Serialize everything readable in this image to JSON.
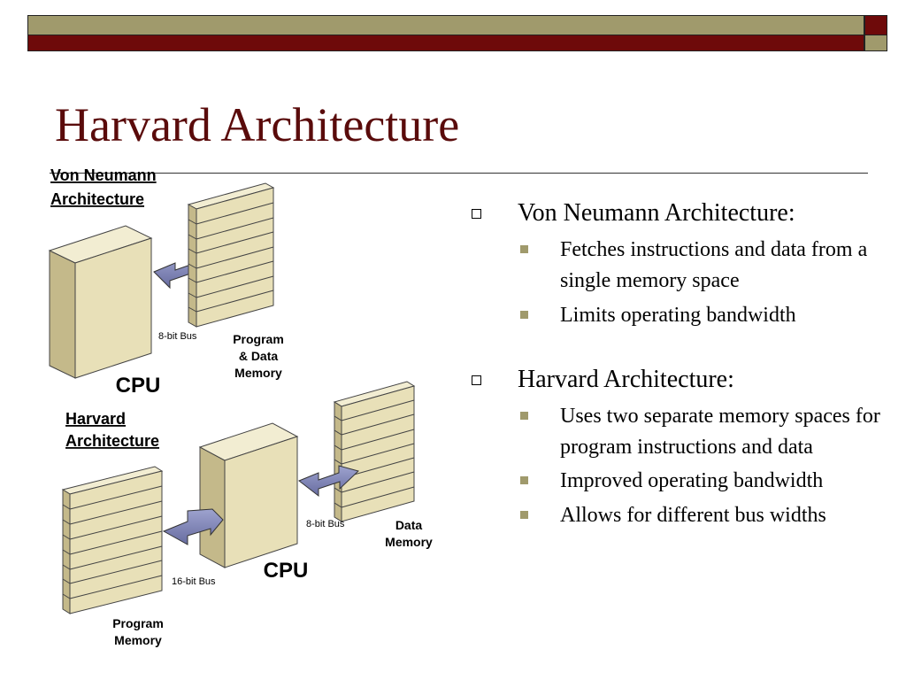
{
  "slide": {
    "title": "Harvard Architecture"
  },
  "diagram": {
    "von_neumann": {
      "heading_line1": "Von Neumann",
      "heading_line2": "Architecture",
      "cpu_label": "CPU",
      "bus_label": "8-bit Bus",
      "memory_label_line1": "Program",
      "memory_label_line2": "& Data",
      "memory_label_line3": "Memory"
    },
    "harvard": {
      "heading_line1": "Harvard",
      "heading_line2": "Architecture",
      "cpu_label": "CPU",
      "program_bus_label": "16-bit Bus",
      "data_bus_label": "8-bit Bus",
      "program_memory_line1": "Program",
      "program_memory_line2": "Memory",
      "data_memory_line1": "Data",
      "data_memory_line2": "Memory"
    }
  },
  "bullets": [
    {
      "text": "Von Neumann Architecture:",
      "subitems": [
        "Fetches instructions and data from a single memory space",
        "Limits operating bandwidth"
      ]
    },
    {
      "text": "Harvard Architecture:",
      "subitems": [
        "Uses two separate memory spaces for program instructions and data",
        "Improved operating bandwidth",
        "Allows for different bus widths"
      ]
    }
  ],
  "colors": {
    "accent_olive": "#a09a6c",
    "accent_maroon": "#6e0a0a",
    "title": "#5a0b0b",
    "box_front": "#e8e0b8",
    "box_side": "#c4b98a",
    "box_top": "#f2edd2",
    "arrow": "#7a7fb0"
  }
}
